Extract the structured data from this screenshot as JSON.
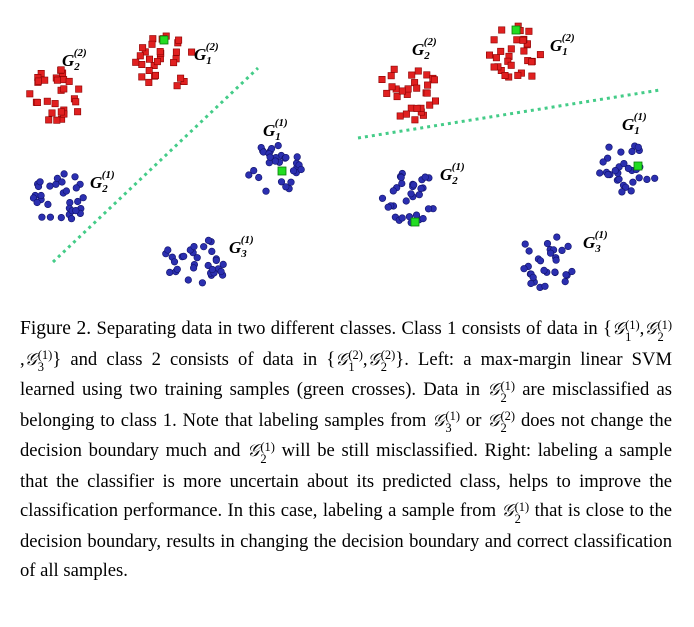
{
  "colors": {
    "class1": "#2b2fb0",
    "class2": "#e02020",
    "training": "#22dd22",
    "boundary": "#44cc88"
  },
  "panels": {
    "left": {
      "labels": [
        {
          "base": "G",
          "sub": "2",
          "sup": "(2)"
        },
        {
          "base": "G",
          "sub": "1",
          "sup": "(2)"
        },
        {
          "base": "G",
          "sub": "1",
          "sup": "(1)"
        },
        {
          "base": "G",
          "sub": "2",
          "sup": "(1)"
        },
        {
          "base": "G",
          "sub": "3",
          "sup": "(1)"
        }
      ]
    },
    "right": {
      "labels": [
        {
          "base": "G",
          "sub": "2",
          "sup": "(2)"
        },
        {
          "base": "G",
          "sub": "1",
          "sup": "(2)"
        },
        {
          "base": "G",
          "sub": "1",
          "sup": "(1)"
        },
        {
          "base": "G",
          "sub": "2",
          "sup": "(1)"
        },
        {
          "base": "G",
          "sub": "3",
          "sup": "(1)"
        }
      ]
    }
  },
  "caption": {
    "fig_label": "Figure 2.",
    "t1": "Separating data in two different classes. Class 1 consists of data in {",
    "t2": "} and class 2 consists of data in {",
    "t3": "}. Left: a max-margin linear SVM learned using two training samples (green crosses). Data in ",
    "t4": " are misclassified as belonging to class 1. Note that labeling samples from ",
    "t5": " or ",
    "t6": " does not change the decision boundary much and ",
    "t7": " will be still misclassified. Right: labeling a sample that the classifier is more uncertain about its predicted class, helps to improve the classification performance. In this case, labeling a sample from ",
    "t8": " that is close to the decision boundary, results in changing the decision boundary and correct classification of all samples.",
    "comma": ",",
    "g": "𝒢",
    "s1": "1",
    "s2": "2",
    "s3": "3",
    "p1": "(1)",
    "p2": "(2)"
  }
}
